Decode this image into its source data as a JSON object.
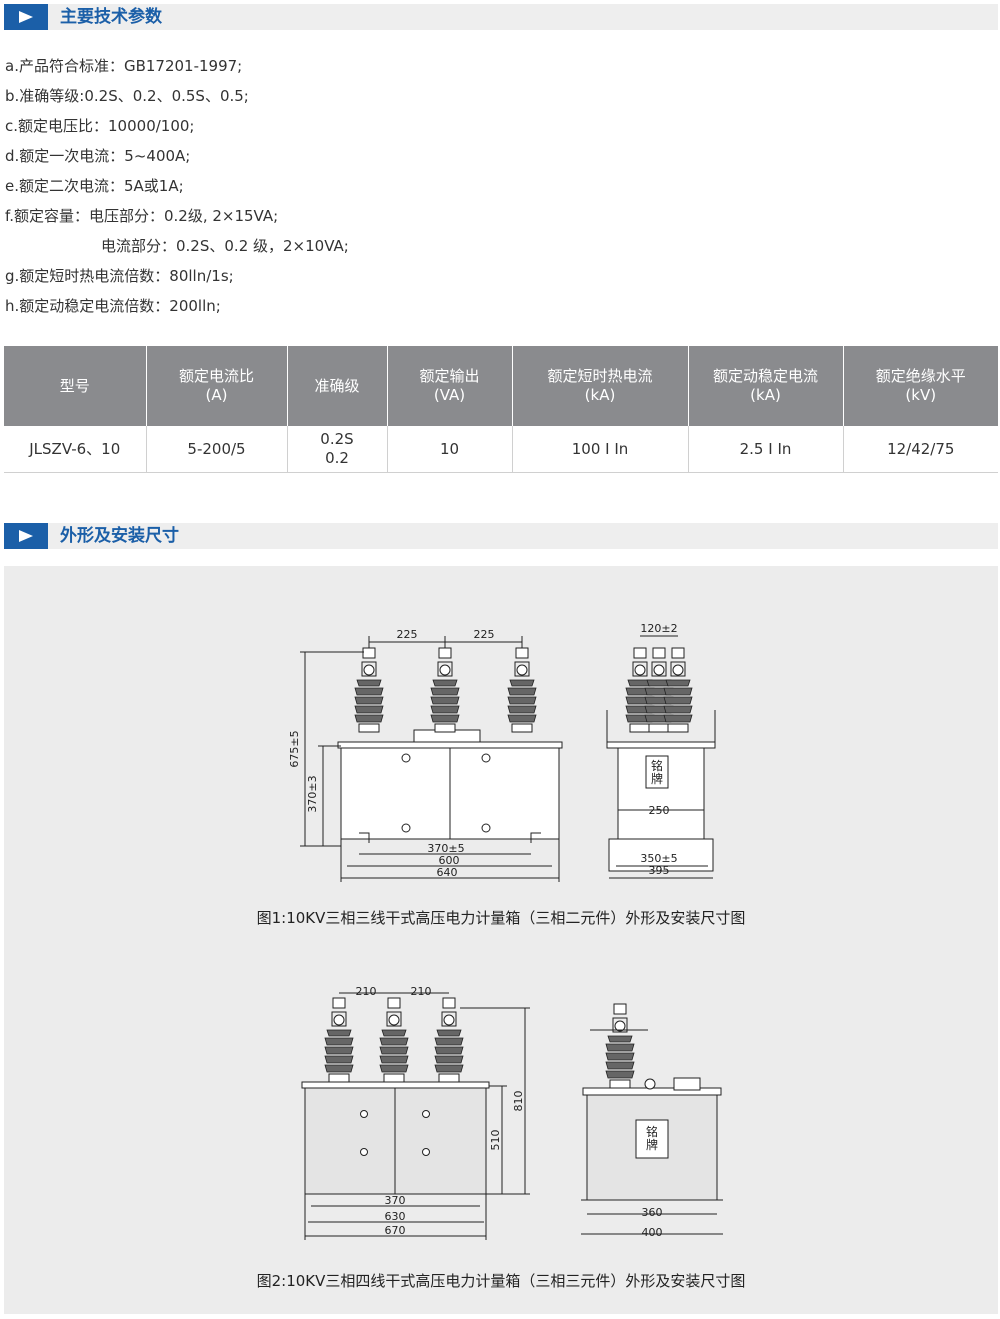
{
  "section1": {
    "title": "主要技术参数"
  },
  "specs": [
    "a.产品符合标准：GB17201-1997;",
    "b.准确等级:0.2S、0.2、0.5S、0.5;",
    "c.额定电压比：10000/100;",
    "d.额定一次电流：5~400A;",
    "e.额定二次电流：5A或1A;",
    "f.额定容量：电压部分：0.2级, 2×15VA;",
    "电流部分：0.2S、0.2 级，2×10VA;",
    "g.额定短时热电流倍数：80lln/1s;",
    "h.额定动稳定电流倍数：200lln;"
  ],
  "table": {
    "headers": [
      {
        "line1": "型号",
        "line2": ""
      },
      {
        "line1": "额定电流比",
        "line2": "(A)"
      },
      {
        "line1": "准确级",
        "line2": ""
      },
      {
        "line1": "额定输出",
        "line2": "(VA)"
      },
      {
        "line1": "额定短时热电流",
        "line2": "(kA)"
      },
      {
        "line1": "额定动稳定电流",
        "line2": "(kA)"
      },
      {
        "line1": "额定绝缘水平",
        "line2": "(kV)"
      }
    ],
    "row": {
      "model": "JLSZV-6、10",
      "ratio": "5-200/5",
      "accuracy1": "0.2S",
      "accuracy2": "0.2",
      "output": "10",
      "thermal": "100 I In",
      "dynamic": "2.5 I In",
      "insulation": "12/42/75"
    }
  },
  "section2": {
    "title": "外形及安装尺寸"
  },
  "fig1": {
    "caption": "图1:10KV三相三线干式高压电力计量箱（三相二元件）外形及安装尺寸图",
    "dim_spacing": "225",
    "dim_height": "675±5",
    "dim_box_h": "370±3",
    "dim_370": "370±5",
    "dim_600": "600",
    "dim_640": "640",
    "dim_side_top": "120±2",
    "dim_side_250": "250",
    "dim_side_350": "350±5",
    "dim_side_395": "395",
    "plate": "铭牌"
  },
  "fig2": {
    "caption": "图2:10KV三相四线干式高压电力计量箱（三相三元件）外形及安装尺寸图",
    "dim_spacing": "210",
    "dim_height": "810",
    "dim_box_h": "510",
    "dim_370": "370",
    "dim_630": "630",
    "dim_670": "670",
    "dim_side_360": "360",
    "dim_side_400": "400",
    "plate": "铭牌"
  }
}
